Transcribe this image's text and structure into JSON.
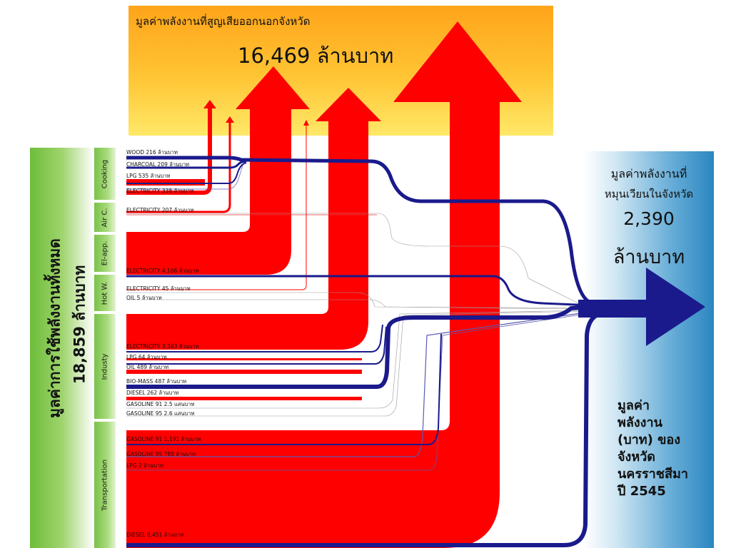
{
  "loss": {
    "title": "มูลค่าพลังงานที่สูญเสียออกนอกจังหวัด",
    "value": "16,469 ล้านบาท"
  },
  "circulating": {
    "title_line1": "มูลค่าพลังงานที่",
    "title_line2": "หมุนเวียนในจังหวัด",
    "value": "2,390",
    "unit": "ล้านบาท"
  },
  "total": {
    "title": "มูลค่าการใช้พลังงานทั้งหมด",
    "value": "18,859 ล้านบาท"
  },
  "province": {
    "lines": [
      "มูลค่า",
      "พลังงาน",
      "(บาท) ของ",
      "จังหวัด",
      "นครราชสีมา",
      "ปี 2545"
    ]
  },
  "categories": [
    "Cooking",
    "Air C.",
    "El-app.",
    "Hot W.",
    "Industy",
    "Transportation"
  ],
  "flows": [
    {
      "label": "WOOD  216  ล้านบาท"
    },
    {
      "label": "CHARCOAL  209 ล้านบาท"
    },
    {
      "label": "LPG  535  ล้านบาท"
    },
    {
      "label": "ELECTRICITY  338  ล้านบาท"
    },
    {
      "label": "ELECTRICITY  207 ล้านบาท"
    },
    {
      "label": "ELECTRICITY  4,166 ล้านบาท"
    },
    {
      "label": "ELECTRICITY  45  ล้านบาท"
    },
    {
      "label": "OIL   5  ล้านบาท"
    },
    {
      "label": "ELECTRICITY   3,363  ล้านบาท"
    },
    {
      "label": "LPG   64  ล้านบาท"
    },
    {
      "label": "OIL   489   ล้านบาท"
    },
    {
      "label": "BIO-MASS  487  ล้านบาท"
    },
    {
      "label": "DIESEL  262  ล้านบาท"
    },
    {
      "label": "GASOLINE 91   2.5  แสนบาท"
    },
    {
      "label": "GASOLINE 95   2.6  แสนบาท"
    },
    {
      "label": "GASOLINE 91   1,191 ล้านบาท"
    },
    {
      "label": "GASOLINE 95   788  ล้านบาท"
    },
    {
      "label": "LPG   2  ล้านบาท"
    },
    {
      "label": "DIESEL 6,451  ล้านบาท"
    }
  ],
  "colors": {
    "loss_flow": "#ff0000",
    "circulating_flow": "#1a1a8c",
    "outflow_red": "#e83030",
    "outflow_blue": "#5a5ab0"
  }
}
